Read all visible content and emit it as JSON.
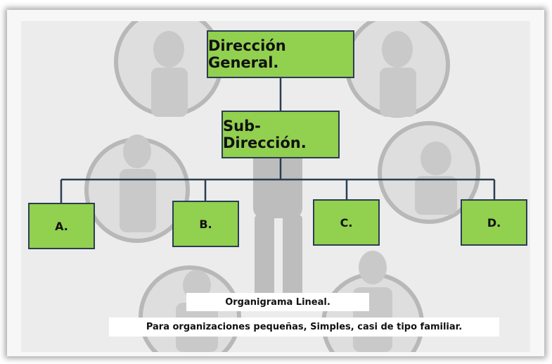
{
  "chart": {
    "root": "Dirección General.",
    "sub": "Sub-Dirección.",
    "departments": [
      "A.",
      "B.",
      "C.",
      "D."
    ]
  },
  "caption": {
    "title": "Organigrama Lineal.",
    "description": "Para organizaciones pequeñas, Simples, casi de tipo familiar."
  },
  "colors": {
    "node_fill": "#92d050",
    "node_border": "#2b3d52",
    "connector": "#2b3d52"
  }
}
